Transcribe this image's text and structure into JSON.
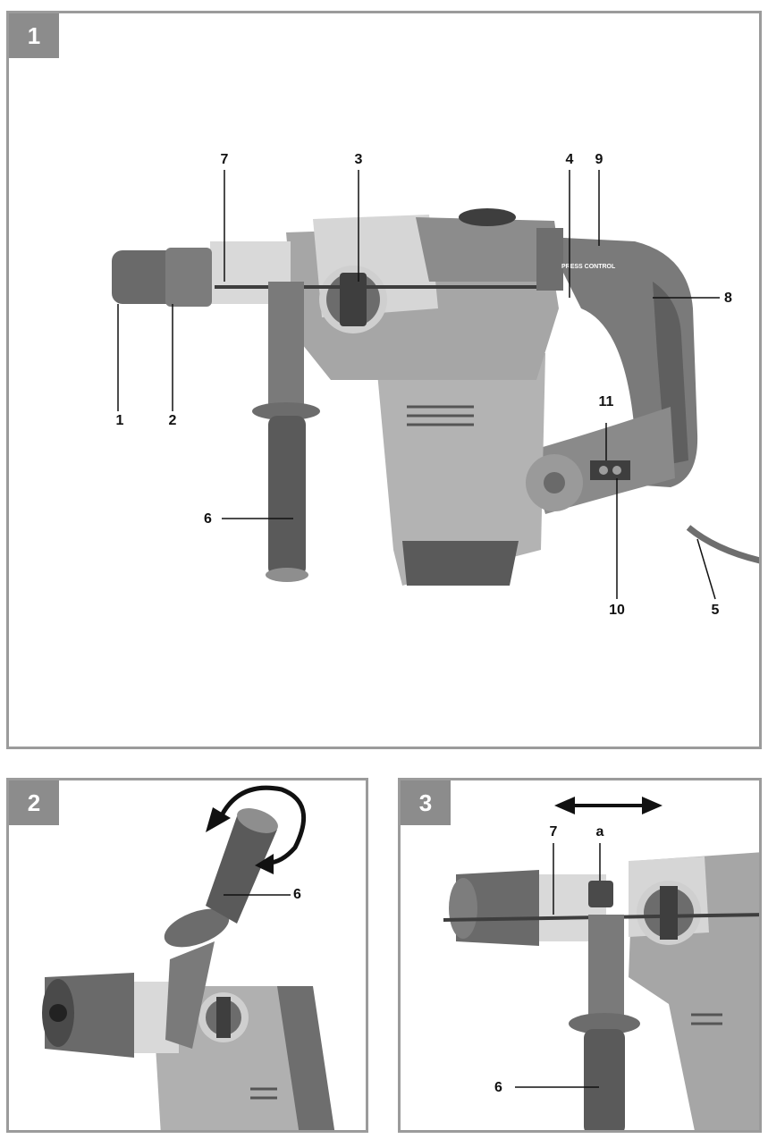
{
  "figures": [
    {
      "number": "1",
      "callouts": [
        "1",
        "2",
        "3",
        "4",
        "5",
        "6",
        "7",
        "8",
        "9",
        "10",
        "11"
      ],
      "print_text": "PRESS CONTROL"
    },
    {
      "number": "2",
      "callouts": [
        "6"
      ],
      "motion": "rotate-arrow-icon"
    },
    {
      "number": "3",
      "callouts": [
        "7",
        "a",
        "6"
      ],
      "motion": "double-arrow-icon"
    }
  ],
  "colors": {
    "frame": "#9b9b9b",
    "badge": "#8c8c8c",
    "body_dark": "#6e6e6e",
    "body_mid": "#8e8e8e",
    "body_light": "#bdbdbd",
    "chrome": "#d9d9d9"
  }
}
